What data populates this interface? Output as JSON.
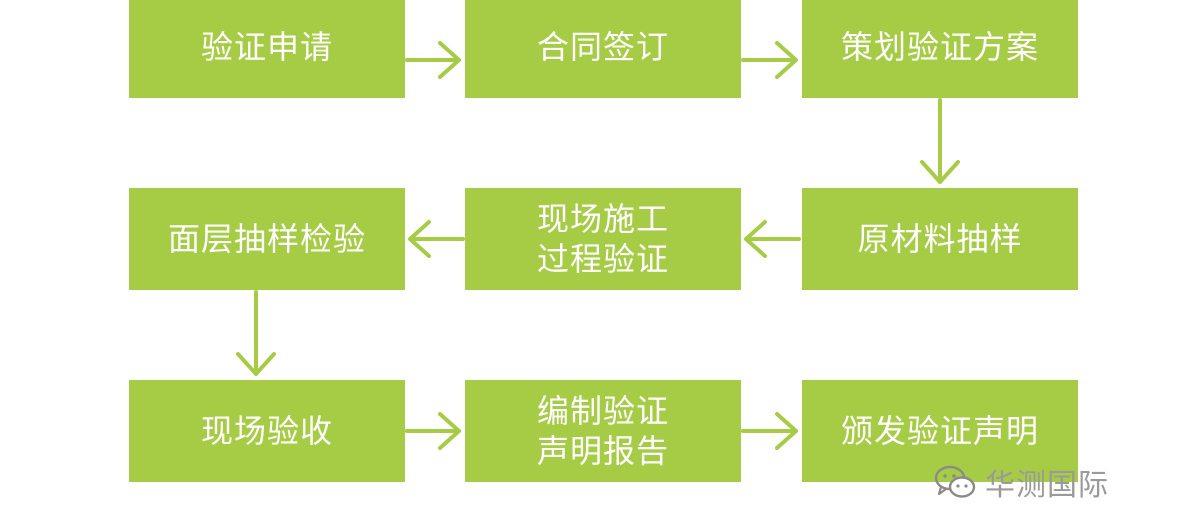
{
  "steps": {
    "s1": "验证申请",
    "s2": "合同签订",
    "s3": "策划验证方案",
    "s4": "原材料抽样",
    "s5_line1": "现场施工",
    "s5_line2": "过程验证",
    "s6": "面层抽样检验",
    "s7": "现场验收",
    "s8_line1": "编制验证",
    "s8_line2": "声明报告",
    "s9": "颁发验证声明"
  },
  "watermark": {
    "text": "华测国际",
    "icon": "wechat-icon"
  },
  "colors": {
    "box": "#a6cc45",
    "arrow": "#a6cc45",
    "text": "#ffffff",
    "watermark": "#9a9a9a"
  }
}
